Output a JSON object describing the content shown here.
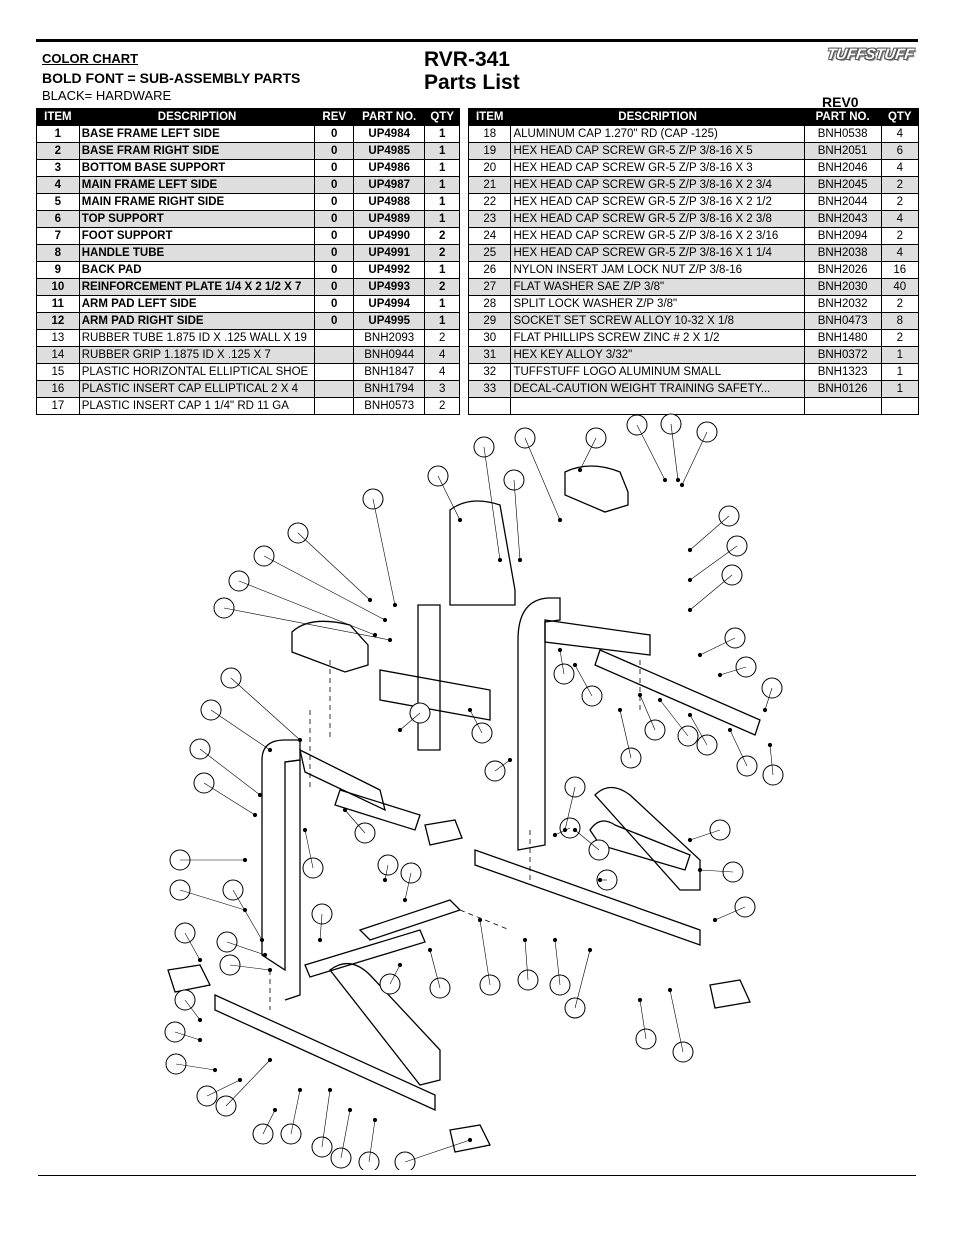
{
  "header": {
    "color_chart": "COLOR CHART",
    "bold_note": "BOLD FONT = SUB-ASSEMBLY PARTS",
    "black_note": "BLACK= HARDWARE",
    "title_line1": "RVR-341",
    "title_line2": "Parts List",
    "logo_text": "TUFFSTUFF",
    "revision": "REV0"
  },
  "columns_left": [
    "ITEM",
    "DESCRIPTION",
    "REV",
    "PART NO.",
    "QTY"
  ],
  "columns_right": [
    "ITEM",
    "DESCRIPTION",
    "PART NO.",
    "QTY"
  ],
  "parts_left": [
    {
      "item": "1",
      "desc": "BASE FRAME LEFT SIDE",
      "rev": "0",
      "part": "UP4984",
      "qty": "1",
      "bold": true
    },
    {
      "item": "2",
      "desc": "BASE FRAM RIGHT SIDE",
      "rev": "0",
      "part": "UP4985",
      "qty": "1",
      "bold": true
    },
    {
      "item": "3",
      "desc": "BOTTOM BASE SUPPORT",
      "rev": "0",
      "part": "UP4986",
      "qty": "1",
      "bold": true
    },
    {
      "item": "4",
      "desc": "MAIN FRAME LEFT SIDE",
      "rev": "0",
      "part": "UP4987",
      "qty": "1",
      "bold": true
    },
    {
      "item": "5",
      "desc": "MAIN FRAME RIGHT SIDE",
      "rev": "0",
      "part": "UP4988",
      "qty": "1",
      "bold": true
    },
    {
      "item": "6",
      "desc": "TOP SUPPORT",
      "rev": "0",
      "part": "UP4989",
      "qty": "1",
      "bold": true
    },
    {
      "item": "7",
      "desc": "FOOT SUPPORT",
      "rev": "0",
      "part": "UP4990",
      "qty": "2",
      "bold": true
    },
    {
      "item": "8",
      "desc": "HANDLE TUBE",
      "rev": "0",
      "part": "UP4991",
      "qty": "2",
      "bold": true
    },
    {
      "item": "9",
      "desc": "BACK PAD",
      "rev": "0",
      "part": "UP4992",
      "qty": "1",
      "bold": true
    },
    {
      "item": "10",
      "desc": "REINFORCEMENT PLATE 1/4 X 2 1/2 X 7",
      "rev": "0",
      "part": "UP4993",
      "qty": "2",
      "bold": true
    },
    {
      "item": "11",
      "desc": "ARM PAD LEFT SIDE",
      "rev": "0",
      "part": "UP4994",
      "qty": "1",
      "bold": true
    },
    {
      "item": "12",
      "desc": "ARM PAD RIGHT SIDE",
      "rev": "0",
      "part": "UP4995",
      "qty": "1",
      "bold": true
    },
    {
      "item": "13",
      "desc": "RUBBER TUBE 1.875 ID X .125 WALL X 19",
      "rev": "",
      "part": "BNH2093",
      "qty": "2",
      "bold": false
    },
    {
      "item": "14",
      "desc": "RUBBER GRIP 1.1875 ID X .125 X 7",
      "rev": "",
      "part": "BNH0944",
      "qty": "4",
      "bold": false
    },
    {
      "item": "15",
      "desc": "PLASTIC HORIZONTAL ELLIPTICAL SHOE",
      "rev": "",
      "part": "BNH1847",
      "qty": "4",
      "bold": false
    },
    {
      "item": "16",
      "desc": "PLASTIC INSERT CAP ELLIPTICAL 2 X 4",
      "rev": "",
      "part": "BNH1794",
      "qty": "3",
      "bold": false
    },
    {
      "item": "17",
      "desc": "PLASTIC INSERT CAP 1 1/4\" RD 11 GA",
      "rev": "",
      "part": "BNH0573",
      "qty": "2",
      "bold": false
    }
  ],
  "parts_right": [
    {
      "item": "18",
      "desc": "ALUMINUM CAP 1.270\" RD (CAP -125)",
      "part": "BNH0538",
      "qty": "4"
    },
    {
      "item": "19",
      "desc": "HEX HEAD CAP SCREW GR-5 Z/P 3/8-16 X 5",
      "part": "BNH2051",
      "qty": "6"
    },
    {
      "item": "20",
      "desc": "HEX HEAD CAP SCREW GR-5 Z/P 3/8-16 X 3",
      "part": "BNH2046",
      "qty": "4"
    },
    {
      "item": "21",
      "desc": "HEX HEAD CAP SCREW GR-5 Z/P 3/8-16 X 2 3/4",
      "part": "BNH2045",
      "qty": "2"
    },
    {
      "item": "22",
      "desc": "HEX HEAD CAP SCREW GR-5 Z/P 3/8-16 X 2 1/2",
      "part": "BNH2044",
      "qty": "2"
    },
    {
      "item": "23",
      "desc": "HEX HEAD CAP SCREW GR-5 Z/P 3/8-16 X 2 3/8",
      "part": "BNH2043",
      "qty": "4"
    },
    {
      "item": "24",
      "desc": "HEX HEAD CAP SCREW GR-5 Z/P 3/8-16 X 2 3/16",
      "part": "BNH2094",
      "qty": "2"
    },
    {
      "item": "25",
      "desc": "HEX HEAD CAP SCREW GR-5 Z/P 3/8-16 X 1 1/4",
      "part": "BNH2038",
      "qty": "4"
    },
    {
      "item": "26",
      "desc": "NYLON INSERT JAM LOCK NUT Z/P 3/8-16",
      "part": "BNH2026",
      "qty": "16"
    },
    {
      "item": "27",
      "desc": "FLAT WASHER SAE Z/P 3/8\"",
      "part": "BNH2030",
      "qty": "40"
    },
    {
      "item": "28",
      "desc": "SPLIT LOCK WASHER Z/P 3/8\"",
      "part": "BNH2032",
      "qty": "2"
    },
    {
      "item": "29",
      "desc": "SOCKET SET SCREW ALLOY 10-32 X 1/8",
      "part": "BNH0473",
      "qty": "8"
    },
    {
      "item": "30",
      "desc": "FLAT PHILLIPS SCREW ZINC # 2 X 1/2",
      "part": "BNH1480",
      "qty": "2"
    },
    {
      "item": "31",
      "desc": "HEX KEY ALLOY 3/32\"",
      "part": "BNH0372",
      "qty": "1"
    },
    {
      "item": "32",
      "desc": "TUFFSTUFF LOGO ALUMINUM SMALL",
      "part": "BNH1323",
      "qty": "1"
    },
    {
      "item": "33",
      "desc": "DECAL-CAUTION WEIGHT TRAINING SAFETY...",
      "part": "BNH0126",
      "qty": "1"
    },
    {
      "item": "",
      "desc": "",
      "part": "",
      "qty": ""
    }
  ]
}
